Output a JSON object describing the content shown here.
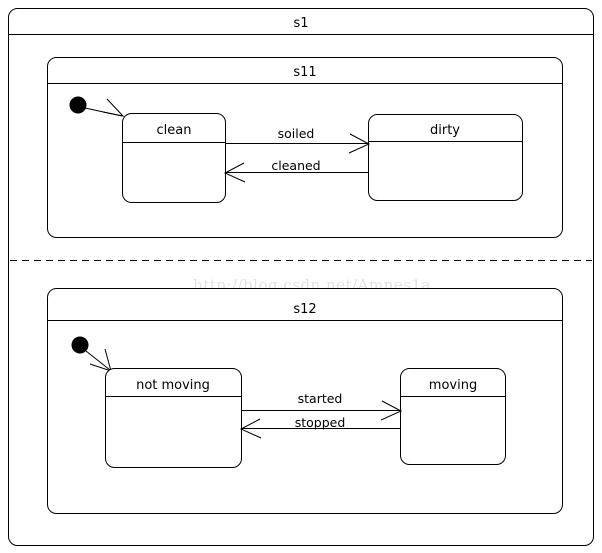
{
  "diagram": {
    "type": "uml-state-machine",
    "title": "s1",
    "watermark": "http://blog.csdn.net/Amnes1a",
    "colors": {
      "stroke": "#000000",
      "background": "#ffffff",
      "watermark": "#e2e2e2"
    },
    "composites": [
      {
        "id": "s1",
        "label": "s1",
        "kind": "composite-state",
        "regions": 2
      },
      {
        "id": "s11",
        "label": "s11",
        "kind": "composite-state",
        "region": 1,
        "states": [
          {
            "id": "clean",
            "label": "clean"
          },
          {
            "id": "dirty",
            "label": "dirty"
          }
        ],
        "initial_target": "clean",
        "transitions": [
          {
            "from": "clean",
            "to": "dirty",
            "label": "soiled",
            "direction": "right"
          },
          {
            "from": "dirty",
            "to": "clean",
            "label": "cleaned",
            "direction": "left"
          }
        ]
      },
      {
        "id": "s12",
        "label": "s12",
        "kind": "composite-state",
        "region": 2,
        "states": [
          {
            "id": "not-moving",
            "label": "not moving"
          },
          {
            "id": "moving",
            "label": "moving"
          }
        ],
        "initial_target": "not-moving",
        "transitions": [
          {
            "from": "not-moving",
            "to": "moving",
            "label": "started",
            "direction": "right"
          },
          {
            "from": "moving",
            "to": "not-moving",
            "label": "stopped",
            "direction": "left"
          }
        ]
      }
    ],
    "labels": {
      "s1": "s1",
      "s11": "s11",
      "s12": "s12",
      "clean": "clean",
      "dirty": "dirty",
      "not_moving": "not moving",
      "moving": "moving",
      "soiled": "soiled",
      "cleaned": "cleaned",
      "started": "started",
      "stopped": "stopped"
    }
  }
}
